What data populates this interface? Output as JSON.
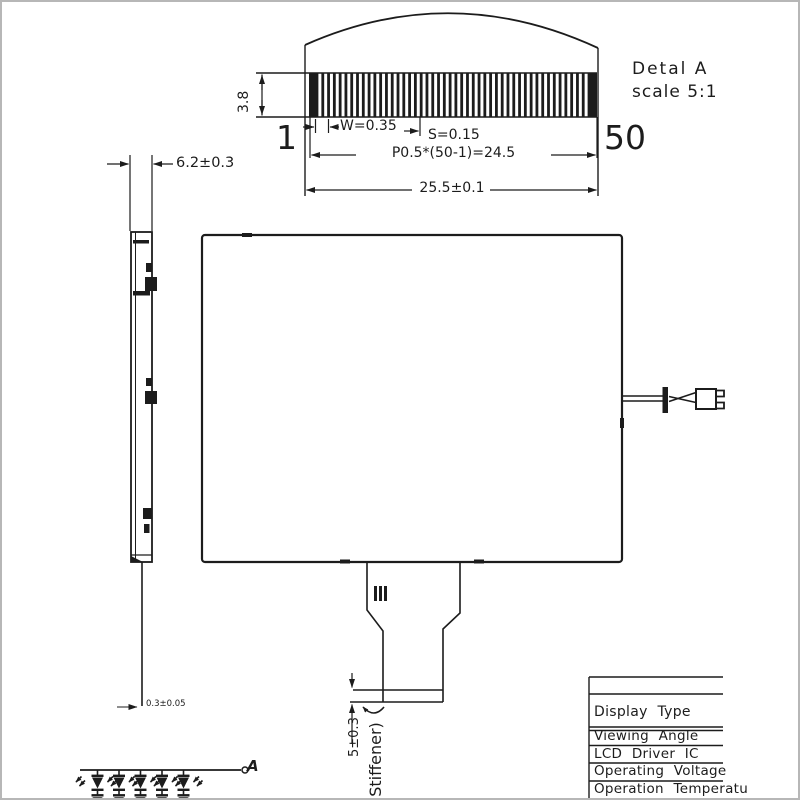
{
  "detail_view": {
    "name_line1": "Detal A",
    "name_line2": "scale 5:1",
    "first_pin_label": "1",
    "last_pin_label": "50",
    "pin_count": 50,
    "dim_band_height": "3.8",
    "dim_pin_width": "W=0.35",
    "dim_pin_gap": "S=0.15",
    "dim_pitch": "P0.5*(50-1)=24.5",
    "dim_overall_width": "25.5±0.1"
  },
  "side_view": {
    "dim_module_thickness": "6.2±0.3",
    "dim_fpc_thickness": "0.3±0.05"
  },
  "front_view": {
    "dim_stiffener_height": "5±0.3",
    "stiffener_label": "(Stiffener)"
  },
  "led_circuit": {
    "anode_label": "A",
    "led_count": 5
  },
  "spec_table": {
    "rows": [
      {
        "label": "Display Type"
      },
      {
        "label": "Viewing Angle"
      },
      {
        "label": "LCD Driver IC"
      },
      {
        "label": "Operating Voltage"
      },
      {
        "label": "Operation Temperatu"
      }
    ]
  },
  "colors": {
    "line": "#1c1c1c",
    "background": "#ffffff",
    "frame": "#b7b7b7"
  }
}
